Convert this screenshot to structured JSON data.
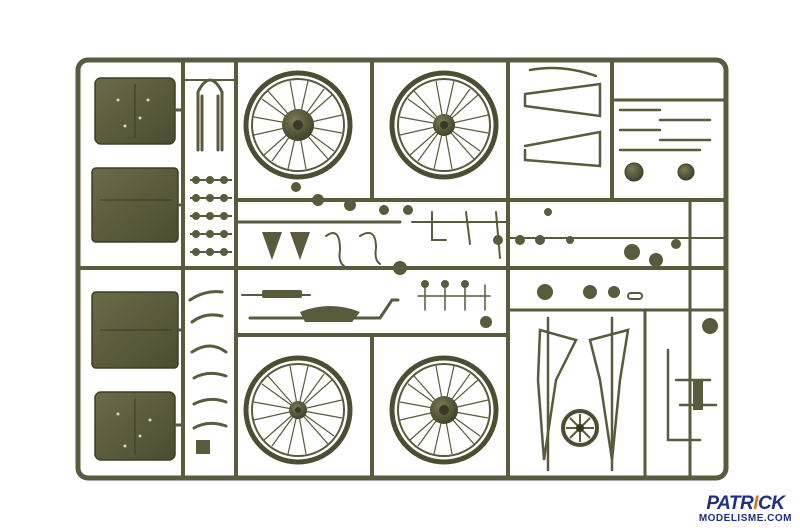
{
  "photo": {
    "subject": "plastic-model-sprue-frame",
    "colors": {
      "plastic": "#5a5a3c",
      "plastic_dark": "#45452c",
      "plastic_light": "#75754f",
      "background": "#ffffff"
    }
  },
  "watermark": {
    "line1_a": "PATR",
    "line1_b": "I",
    "line1_c": "CK",
    "line2": "MODELISME.COM",
    "colors": {
      "primary": "#1f2f85",
      "accent": "#e07418"
    }
  }
}
